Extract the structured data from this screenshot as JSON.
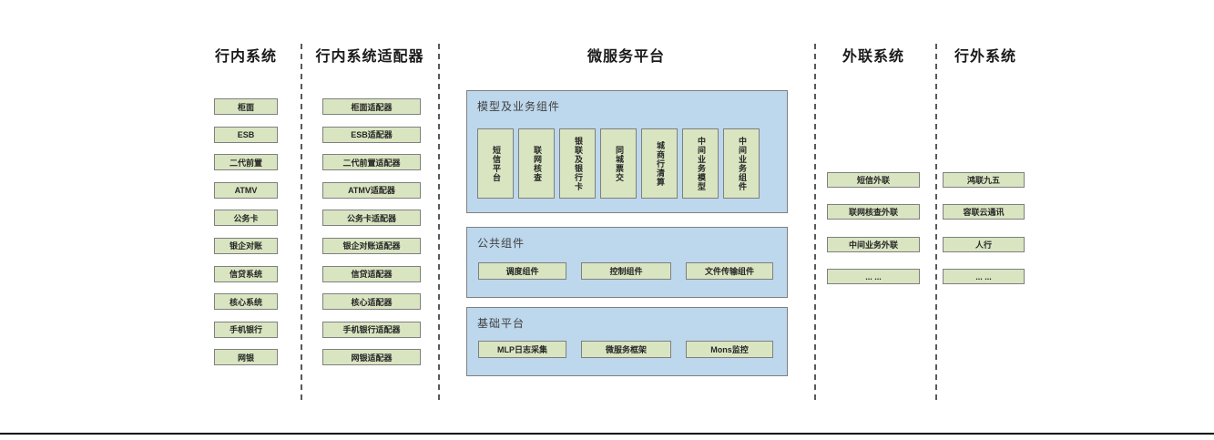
{
  "colors": {
    "box_green": "#d9e5c1",
    "panel_blue": "#bdd7ec",
    "border_gray": "#7f7f7f"
  },
  "diagram": {
    "col_internal": {
      "title": "行内系统",
      "items": [
        "柜面",
        "ESB",
        "二代前置",
        "ATMV",
        "公务卡",
        "银企对账",
        "信贷系统",
        "核心系统",
        "手机银行",
        "网银"
      ]
    },
    "col_adapters": {
      "title": "行内系统适配器",
      "items": [
        "柜面适配器",
        "ESB适配器",
        "二代前置适配器",
        "ATMV适配器",
        "公务卡适配器",
        "银企对账适配器",
        "信贷适配器",
        "核心适配器",
        "手机银行适配器",
        "网银适配器"
      ]
    },
    "platform": {
      "title": "微服务平台",
      "sections": [
        {
          "label": "模型及业务组件",
          "items": [
            "短信平台",
            "联网核查",
            "银联及银行卡",
            "同城票交",
            "城商行清算",
            "中间业务模型",
            "中间业务组件"
          ]
        },
        {
          "label": "公共组件",
          "items": [
            "调度组件",
            "控制组件",
            "文件传输组件"
          ]
        },
        {
          "label": "基础平台",
          "items": [
            "MLP日志采集",
            "微服务框架",
            "Mons监控"
          ]
        }
      ]
    },
    "col_external_link": {
      "title": "外联系统",
      "items": [
        "短信外联",
        "联网核查外联",
        "中间业务外联",
        "... ..."
      ]
    },
    "col_outside": {
      "title": "行外系统",
      "items": [
        "鸿联九五",
        "容联云通讯",
        "人行",
        "... ..."
      ]
    }
  }
}
